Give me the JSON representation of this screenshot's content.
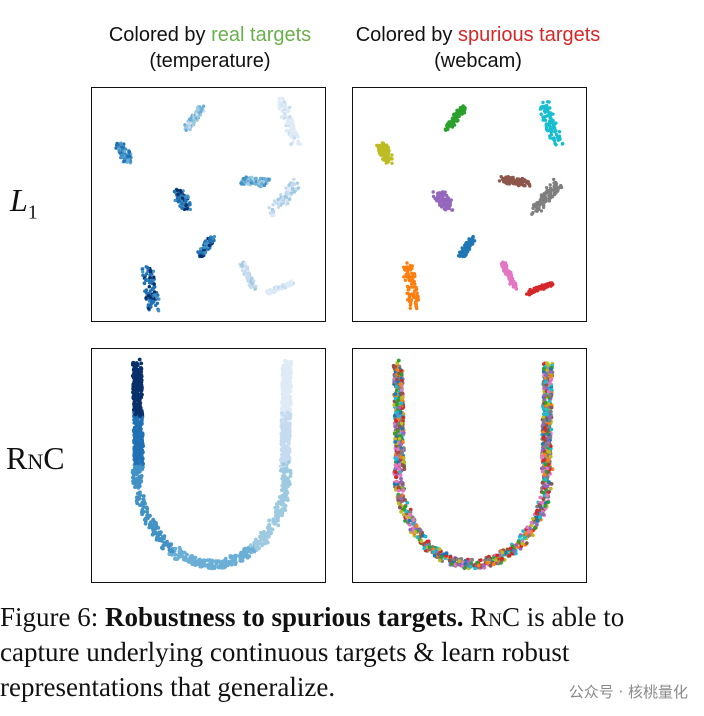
{
  "headers": {
    "left_prefix": "Colored by ",
    "left_colored": "real targets",
    "left_sub": "(temperature)",
    "right_prefix": "Colored by ",
    "right_colored": "spurious targets",
    "right_sub": "(webcam)"
  },
  "row_labels": {
    "top_italic": "L",
    "top_sub": "1",
    "bottom": "RnC"
  },
  "caption": {
    "fig": "Figure 6:",
    "bold": "Robustness to spurious targets.",
    "sc": "RnC",
    "rest": " is able to capture underlying continuous targets & learn robust representations that generalize."
  },
  "watermark": "公众号 · 核桃量化",
  "colors": {
    "green_text": "#6ab04c",
    "red_text": "#d62728",
    "blues": [
      "#08306b",
      "#2171b5",
      "#4292c6",
      "#6baed6",
      "#9ecae1",
      "#c6dbef",
      "#deebf7"
    ],
    "categorical": [
      "#bcbd22",
      "#2ca02c",
      "#17becf",
      "#9467bd",
      "#8c564b",
      "#7f7f7f",
      "#1f77b4",
      "#ff7f0e",
      "#e377c2",
      "#d62728"
    ]
  }
}
